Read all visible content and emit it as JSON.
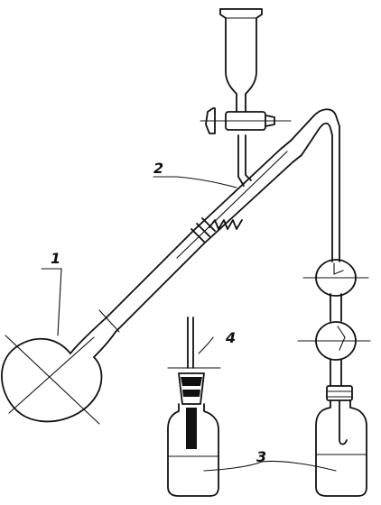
{
  "labels": {
    "flask": "1",
    "condenser": "2",
    "bottles": "3",
    "tube": "4"
  },
  "colors": {
    "ink": "#111111",
    "paper": "#ffffff"
  }
}
